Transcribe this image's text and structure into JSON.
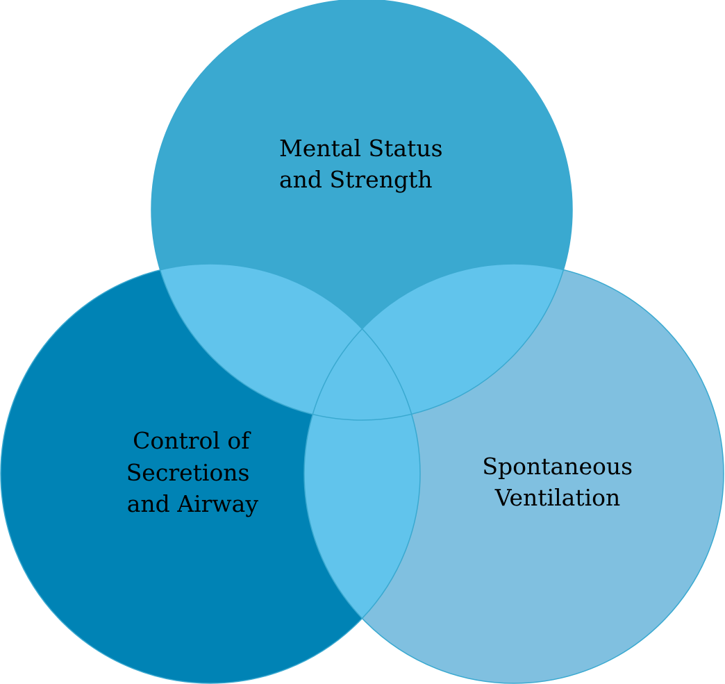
{
  "diagram": {
    "type": "venn",
    "sets": [
      {
        "id": "top",
        "label_lines": [
          "Mental Status",
          "and Strength"
        ],
        "color": "#3aa9d0"
      },
      {
        "id": "left",
        "label_lines": [
          "Control of",
          "Secretions",
          "and Airway"
        ],
        "color": "#0083b5"
      },
      {
        "id": "right",
        "label_lines": [
          "Spontaneous",
          "Ventilation"
        ],
        "color": "#80c0e0"
      }
    ],
    "overlap_color": "#61c4ec",
    "outline_color": "#3aa9d0"
  }
}
